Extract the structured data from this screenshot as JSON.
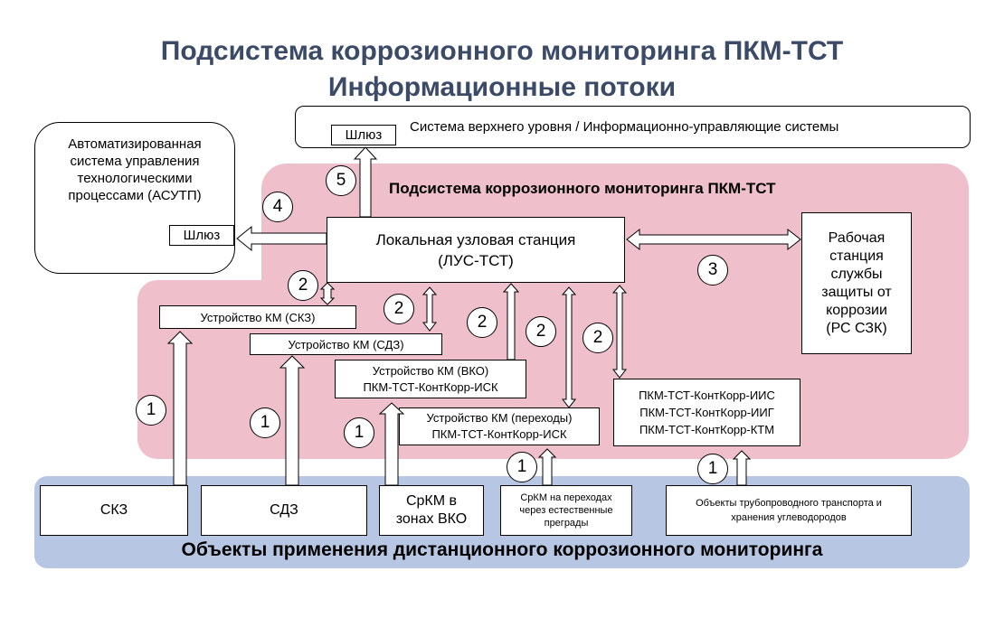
{
  "title": {
    "line1": "Подсистема коррозионного мониторинга ПКМ-ТСТ",
    "line2": "Информационные потоки"
  },
  "top_system": {
    "label": "Система верхнего уровня / Информационно-управляющие системы",
    "gateway": "Шлюз"
  },
  "asutp": {
    "label_lines": [
      "Автоматизированная",
      "система управления",
      "технологическими",
      "процессами (АСУТП)"
    ],
    "gateway": "Шлюз"
  },
  "subsystem": {
    "label": "Подсистема коррозионного мониторинга ПКМ-ТСТ"
  },
  "lus": {
    "line1": "Локальная узловая станция",
    "line2": "(ЛУС-ТСТ)"
  },
  "rs_szk": {
    "label_lines": [
      "Рабочая",
      "станция",
      "службы",
      "защиты от",
      "коррозии",
      "(РС СЗК)"
    ]
  },
  "devices": {
    "skz": "Устройство КМ (СКЗ)",
    "sdz": "Устройство КМ (СДЗ)",
    "vko_line1": "Устройство КМ (ВКО)",
    "vko_line2": "ПКМ-ТСТ-КонтКорр-ИСК",
    "crossing_line1": "Устройство КМ (переходы)",
    "crossing_line2": "ПКМ-ТСТ-КонтКорр-ИСК",
    "kontkorr_line1": "ПКМ-ТСТ-КонтКорр-ИИС",
    "kontkorr_line2": "ПКМ-ТСТ-КонтКорр-ИИГ",
    "kontkorr_line3": "ПКМ-ТСТ-КонтКорр-КТМ"
  },
  "objects": {
    "band_label": "Объекты применения дистанционного коррозионного мониторинга",
    "skz": "СКЗ",
    "sdz": "СДЗ",
    "srkm_vko_line1": "СрКМ в",
    "srkm_vko_line2": "зонах ВКО",
    "srkm_crossings_lines": [
      "СрКМ на переходах",
      "через естественные",
      "преграды"
    ],
    "pipeline_lines": [
      "Объекты трубопроводного транспорта и",
      "хранения углеводородов"
    ]
  },
  "flow_numbers": {
    "one": "1",
    "two": "2",
    "three": "3",
    "four": "4",
    "five": "5"
  },
  "colors": {
    "title": "#3b4a66",
    "subsystem_bg": "#efbfcb",
    "objects_bg": "#b6c6e3",
    "box_fill": "#ffffff",
    "stroke": "#000000"
  }
}
